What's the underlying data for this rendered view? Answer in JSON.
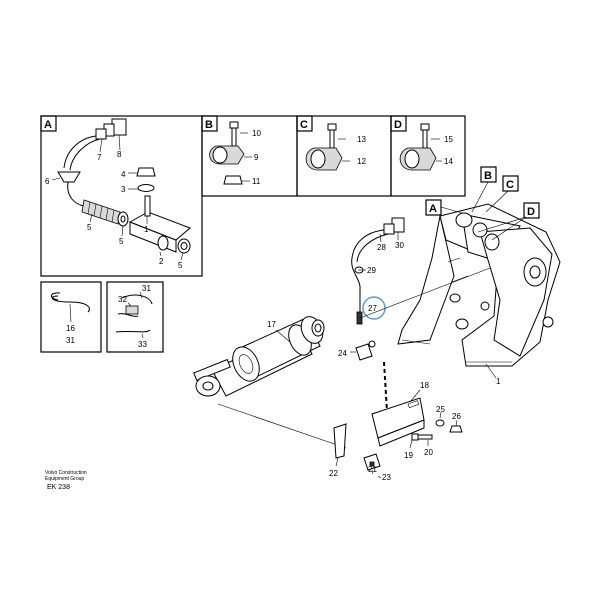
{
  "detail_boxes": {
    "A": {
      "letter": "A",
      "numbers": [
        "8",
        "7",
        "4",
        "3",
        "6",
        "1",
        "5",
        "5",
        "2",
        "5"
      ]
    },
    "B": {
      "letter": "B",
      "numbers": [
        "10",
        "9",
        "11"
      ]
    },
    "C": {
      "letter": "C",
      "numbers": [
        "13",
        "12"
      ]
    },
    "D": {
      "letter": "D",
      "numbers": [
        "15",
        "14"
      ]
    },
    "E": {
      "numbers": [
        "16",
        "31"
      ]
    },
    "F": {
      "numbers": [
        "31",
        "32",
        "33"
      ]
    }
  },
  "main_labels": {
    "callouts": [
      "A",
      "B",
      "C",
      "D"
    ],
    "numbers": [
      "28",
      "30",
      "29",
      "27",
      "17",
      "24",
      "18",
      "1",
      "25",
      "26",
      "22",
      "21",
      "23",
      "19",
      "20"
    ]
  },
  "footer": {
    "brand_line1": "Volvo Construction",
    "brand_line2": "Equipment Group",
    "code": "EK 238"
  },
  "colors": {
    "line": "#000000",
    "highlight": "#5b9bd5"
  }
}
